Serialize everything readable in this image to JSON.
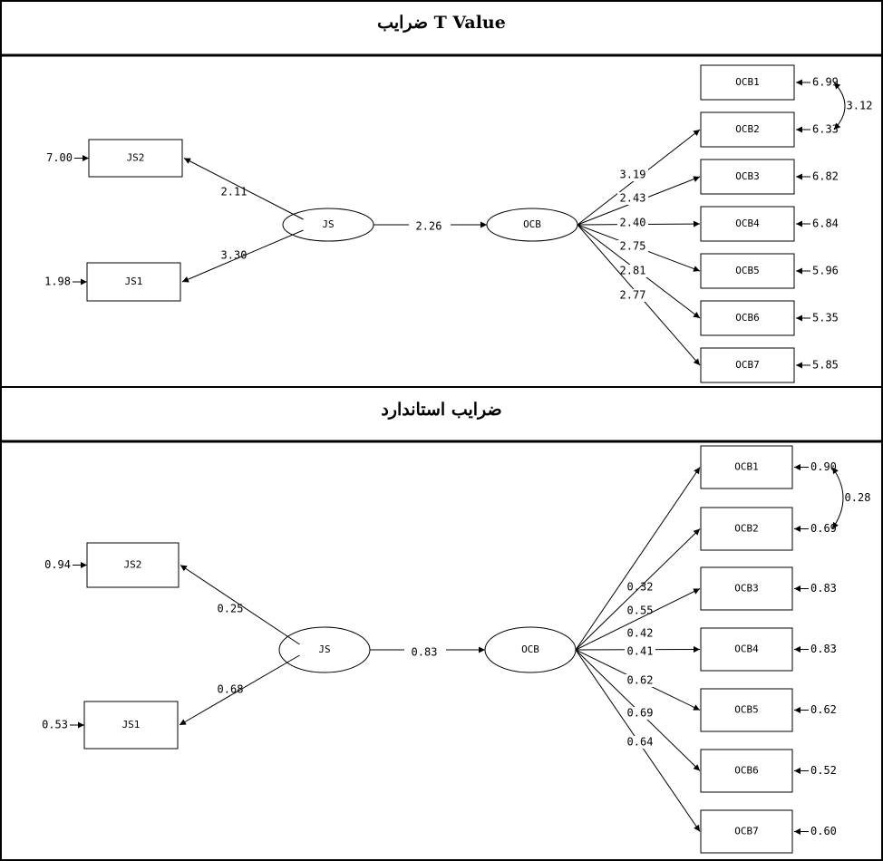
{
  "panels": [
    {
      "title": "ضرایب  T Value",
      "paths": {
        "js_ocb": "2.26",
        "js_js2": "2.11",
        "js_js1": "3.30"
      },
      "ocb_loadings": [
        "3.19",
        "2.43",
        "2.40",
        "2.75",
        "2.81",
        "2.77"
      ],
      "js_errors": {
        "JS2": "7.00",
        "JS1": "1.98"
      },
      "ocb_errors": [
        "6.99",
        "6.33",
        "6.82",
        "6.84",
        "5.96",
        "5.35",
        "5.85"
      ],
      "ocb_covariance": "3.12"
    },
    {
      "title": "ضرایب استاندارد",
      "paths": {
        "js_ocb": "0.83",
        "js_js2": "0.25",
        "js_js1": "0.68"
      },
      "ocb_loadings": [
        "0.32",
        "0.55",
        "0.42",
        "0.41",
        "0.62",
        "0.69",
        "0.64"
      ],
      "js_errors": {
        "JS2": "0.94",
        "JS1": "0.53"
      },
      "ocb_errors": [
        "0.90",
        "0.69",
        "0.83",
        "0.83",
        "0.62",
        "0.52",
        "0.60"
      ],
      "ocb_covariance": "0.28"
    }
  ],
  "nodes": {
    "latent": [
      "JS",
      "OCB"
    ],
    "js_indicators": [
      "JS2",
      "JS1"
    ],
    "ocb_indicators": [
      "OCB1",
      "OCB2",
      "OCB3",
      "OCB4",
      "OCB5",
      "OCB6",
      "OCB7"
    ]
  }
}
